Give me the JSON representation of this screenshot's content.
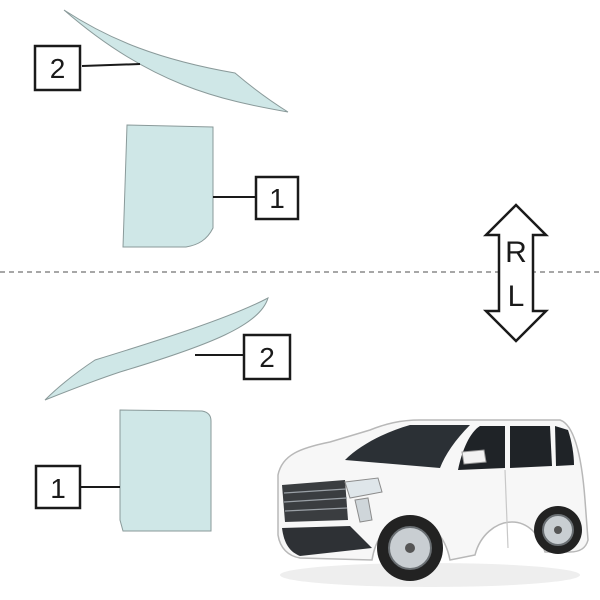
{
  "diagram": {
    "right_side_letter": "R",
    "left_side_letter": "L",
    "part_labels": {
      "upper_strip": "2",
      "upper_window": "1",
      "lower_strip": "2",
      "lower_window": "1"
    }
  },
  "colors": {
    "film_piece": "#cfe7e7",
    "outline": "#1a1a1a"
  },
  "vehicle": {
    "color": "white",
    "type": "minivan"
  }
}
